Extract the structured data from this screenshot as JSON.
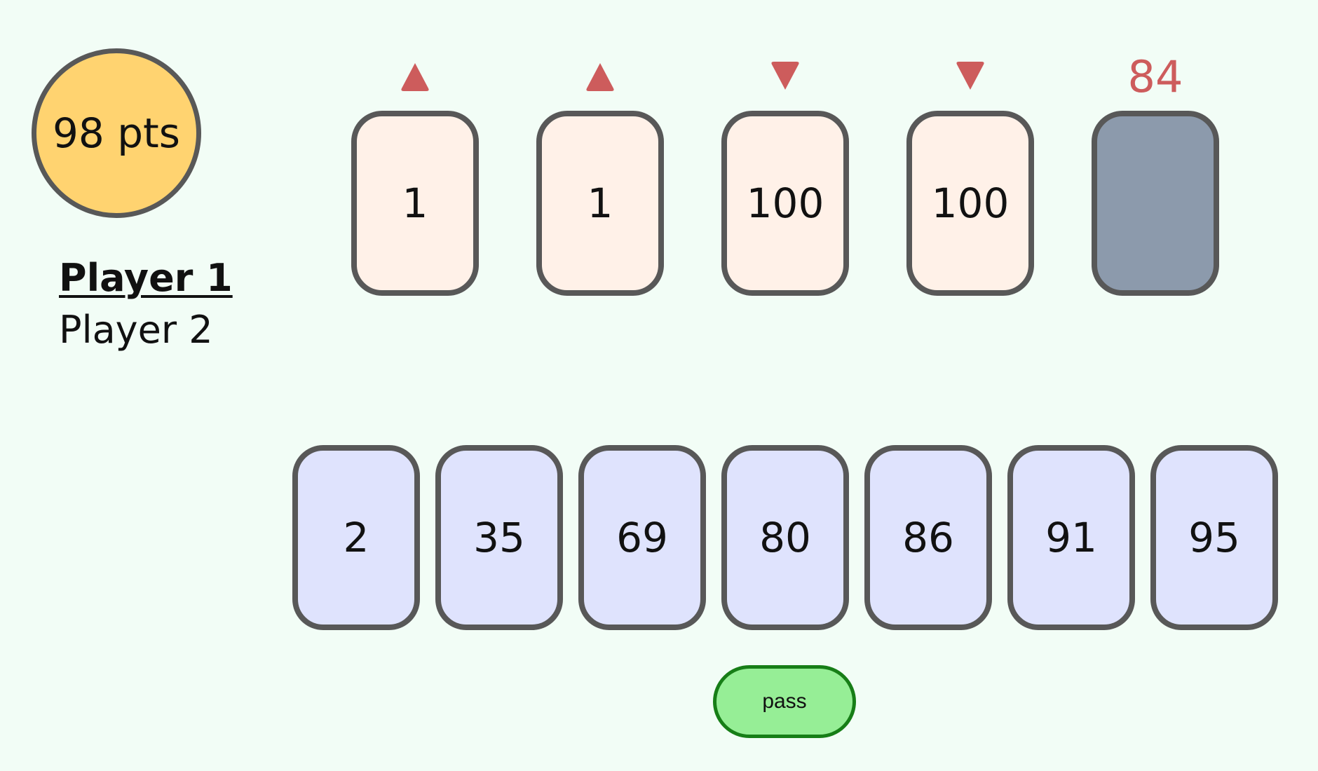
{
  "score": {
    "label": "98 pts"
  },
  "players": [
    {
      "name": "Player 1",
      "active": true
    },
    {
      "name": "Player 2",
      "active": false
    }
  ],
  "piles": [
    {
      "value": "1",
      "direction": "up"
    },
    {
      "value": "1",
      "direction": "up"
    },
    {
      "value": "100",
      "direction": "down"
    },
    {
      "value": "100",
      "direction": "down"
    }
  ],
  "deck": {
    "remaining": "84"
  },
  "hand": [
    "2",
    "35",
    "69",
    "80",
    "86",
    "91",
    "95"
  ],
  "pass_button": {
    "label": "pass"
  },
  "colors": {
    "background": "#f2fdf6",
    "score_circle": "#ffd370",
    "pile_card": "#fff1e8",
    "deck_card": "#8c9aac",
    "hand_card": "#dfe3fd",
    "indicator": "#cd5c5c",
    "pass_button": "#96ee96",
    "pass_border": "#177e17",
    "card_border": "#585858"
  }
}
